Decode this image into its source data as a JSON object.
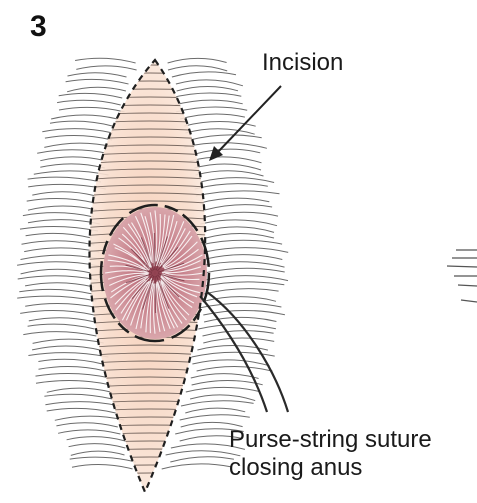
{
  "figure": {
    "panel_number": "3",
    "labels": {
      "incision": "Incision",
      "suture_line1": "Purse-string suture",
      "suture_line2": "closing anus"
    },
    "colors": {
      "skin_fill": "#f6d6c0",
      "hair_lines": "#555555",
      "anus_fill": "#c9828c",
      "anus_lines": "#ffffff",
      "incision_line": "#222222",
      "label_text": "#1a1a1a"
    }
  }
}
